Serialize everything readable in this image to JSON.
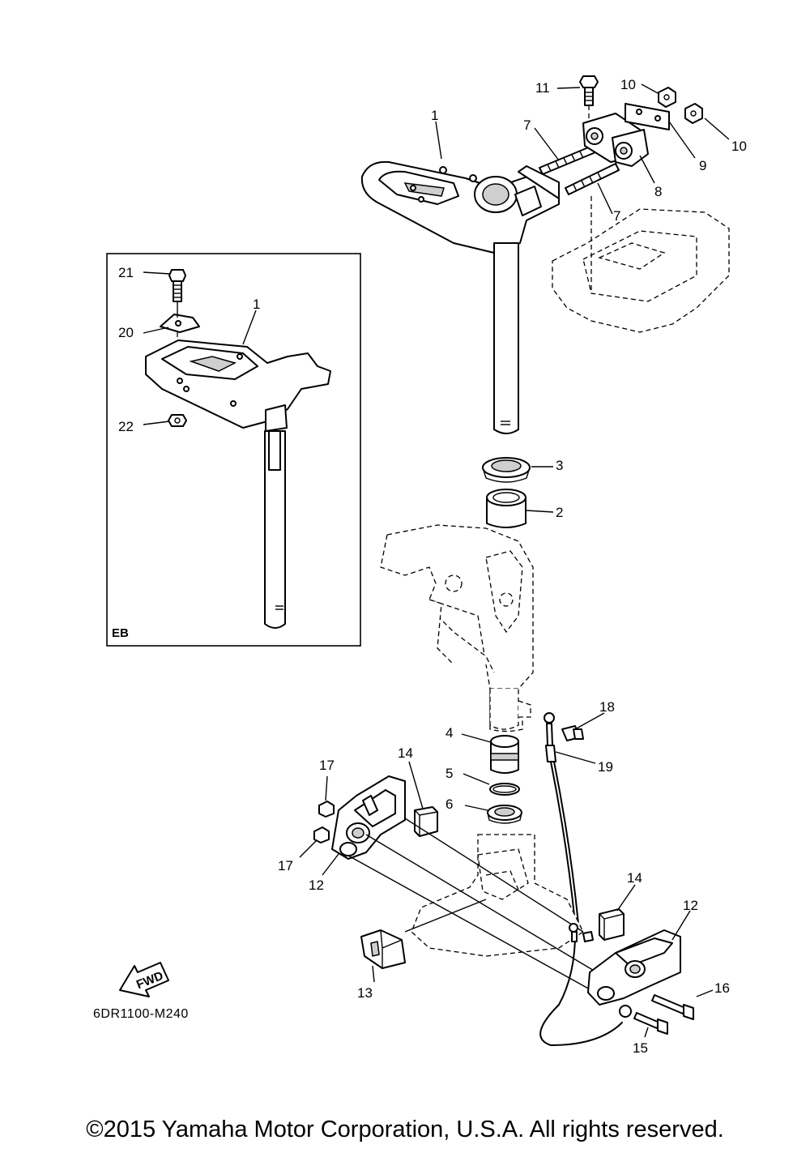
{
  "callouts": [
    {
      "id": "c1a",
      "text": "1"
    },
    {
      "id": "c1b",
      "text": "1"
    },
    {
      "id": "c2",
      "text": "2"
    },
    {
      "id": "c3",
      "text": "3"
    },
    {
      "id": "c4",
      "text": "4"
    },
    {
      "id": "c5",
      "text": "5"
    },
    {
      "id": "c6",
      "text": "6"
    },
    {
      "id": "c7a",
      "text": "7"
    },
    {
      "id": "c7b",
      "text": "7"
    },
    {
      "id": "c8",
      "text": "8"
    },
    {
      "id": "c9",
      "text": "9"
    },
    {
      "id": "c10a",
      "text": "10"
    },
    {
      "id": "c10b",
      "text": "10"
    },
    {
      "id": "c11",
      "text": "11"
    },
    {
      "id": "c12a",
      "text": "12"
    },
    {
      "id": "c12b",
      "text": "12"
    },
    {
      "id": "c13",
      "text": "13"
    },
    {
      "id": "c14a",
      "text": "14"
    },
    {
      "id": "c14b",
      "text": "14"
    },
    {
      "id": "c15",
      "text": "15"
    },
    {
      "id": "c16",
      "text": "16"
    },
    {
      "id": "c17a",
      "text": "17"
    },
    {
      "id": "c17b",
      "text": "17"
    },
    {
      "id": "c18",
      "text": "18"
    },
    {
      "id": "c19",
      "text": "19"
    },
    {
      "id": "c20",
      "text": "20"
    },
    {
      "id": "c21",
      "text": "21"
    },
    {
      "id": "c22",
      "text": "22"
    }
  ],
  "inset_tag": "EB",
  "fwd_label": "FWD",
  "diagram_code": "6DR1100-M240",
  "copyright": "©2015 Yamaha Motor Corporation, U.S.A. All rights reserved."
}
